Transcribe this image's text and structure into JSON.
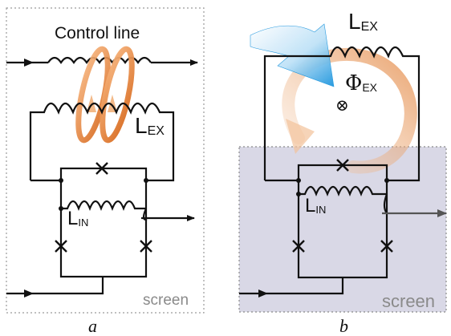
{
  "panel_a": {
    "title": "Control line",
    "l_ex_main": "L",
    "l_ex_sub": "EX",
    "l_in_main": "L",
    "l_in_sub": "IN",
    "screen_label": "screen",
    "caption": "a"
  },
  "panel_b": {
    "l_ex_main": "L",
    "l_ex_sub": "EX",
    "phi_main": "Φ",
    "phi_sub": "EX",
    "flux_symbol": "⊗",
    "l_in_main": "L",
    "l_in_sub": "IN",
    "screen_label": "screen",
    "caption": "b"
  },
  "colors": {
    "wire": "#111111",
    "screen_fill": "#d9d8e6",
    "screen_border": "#8a8a8a",
    "loop_orange": "#e0873e",
    "arrow_blue": "#2aa0e6"
  }
}
